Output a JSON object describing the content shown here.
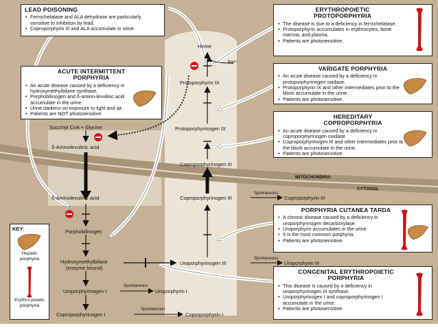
{
  "boxes": {
    "lead": {
      "title": "LEAD POISONING",
      "items": [
        "Ferrochelatase and ALA dehydrase are particularly sensitive to inhibition by lead.",
        "Coproporphyrin III and ALA accumulate in urine."
      ]
    },
    "aip": {
      "title_line1": "ACUTE INTERMITTENT",
      "title_line2": "PORPHYRIA",
      "items": [
        "An acute disease caused by a deficiency in hydroxymethylbilane synthase.",
        "Porphobilinogen and δ-amino-levulinic acid accumulate in the urine.",
        "Urine darkens on exposure to light and air.",
        "Patients are NOT photosensitive."
      ]
    },
    "epp": {
      "title_line1": "ERYTHROPOIETIC",
      "title_line2": "PROTOPORPHYRIA",
      "items": [
        "The disease is due to a deficiency in ferrochelatase.",
        "Protoporphyrin accumulates in erythrocytes, bone marrow, and plasma.",
        "Patients are photosensitive."
      ]
    },
    "vp": {
      "title": "VARIGATE PORPHYRIA",
      "items": [
        "An acute disease caused by a deficiency in protoporphyrinogen oxidase.",
        "Protoporphyrin IX and other intermediates prior to the block accumulate in the urine.",
        "Patients are photosensitive."
      ]
    },
    "hcp": {
      "title_line1": "HEREDITARY",
      "title_line2": "COPROPORPHYRIA",
      "items": [
        "An acute disease caused by a deficiency in coproporphyrinogen oxidase.",
        "Coproporphyrinogen III and other intermediates prior to the block accumulate in the urine.",
        "Patients are photosensitive."
      ]
    },
    "pct": {
      "title": "PORPHYRIA CUTANEA TARDA",
      "items": [
        "A chronic disease caused by a deficiency in uroporphyrinogen decarboxylase.",
        "Uroporphyrin accumulates in the urine.",
        "It is the most common porphyria.",
        "Patients are photosensitive."
      ]
    },
    "cep": {
      "title_line1": "CONGENITAL ERYTHROPOIETIC",
      "title_line2": "PORPHYRIA",
      "items": [
        "This disease is caused by a deficiency in uroporphyrinogen III synthase.",
        "Uroporphyrinogen I and coproporphyrinogen I accumulate in the urine.",
        "Patients are photosensitive."
      ]
    },
    "key": {
      "title": "KEY:",
      "hepatic": "Hepatic porphyria",
      "erythro": "Erythro-poietic porphyria"
    }
  },
  "pathway": {
    "heme": "Heme",
    "fe": "Fe²⁺",
    "protoporphyrin_ix": "Protoporphyrin IX",
    "protoporphyrinogen_ix": "Protoporphyrinogen IX",
    "coproporphyrinogen_iii_mito": "Coproporphyrinogen III",
    "succinyl": "Succinyl CoA + Glycine",
    "ala_mito": "δ-Aminolevulinic acid",
    "ala_cyto": "δ-Aminolevulinic acid",
    "porphobilinogen": "Porphobilinogen",
    "hmb_line1": "Hydroxymethylbilane",
    "hmb_line2": "(enzyme bound)",
    "uroporphyrinogen_iii": "Uroporphyrinogen III",
    "coproporphyrinogen_iii_cyto": "Coproporphyrinogen III",
    "spontaneous_1": "Spontaneous",
    "coproporphyrin_iii": "Coproporphyrin III",
    "spontaneous_2": "Spontaneous",
    "uroporphyrin_iii": "Uroporphyrin III",
    "uroporphyrinogen_i": "Uroporphyrinogen I",
    "spontaneous_3": "Spontaneous",
    "uroporphyrin_i": "Uroporphyrin I",
    "coproporphyrinogen_i": "Coproporphyrinogen I",
    "spontaneous_4": "Spontaneous",
    "coproporphyrin_i": "Coproporphyrin I",
    "mitochondria": "MITOCHONDRIA",
    "cytosol": "CYTOSOL"
  },
  "colors": {
    "background": "#b9a48a",
    "mitochondria_band": "#d8c9b3",
    "inhibit_red": "#d8141b",
    "liver": "#c98a45",
    "bone": "#c4161c"
  }
}
